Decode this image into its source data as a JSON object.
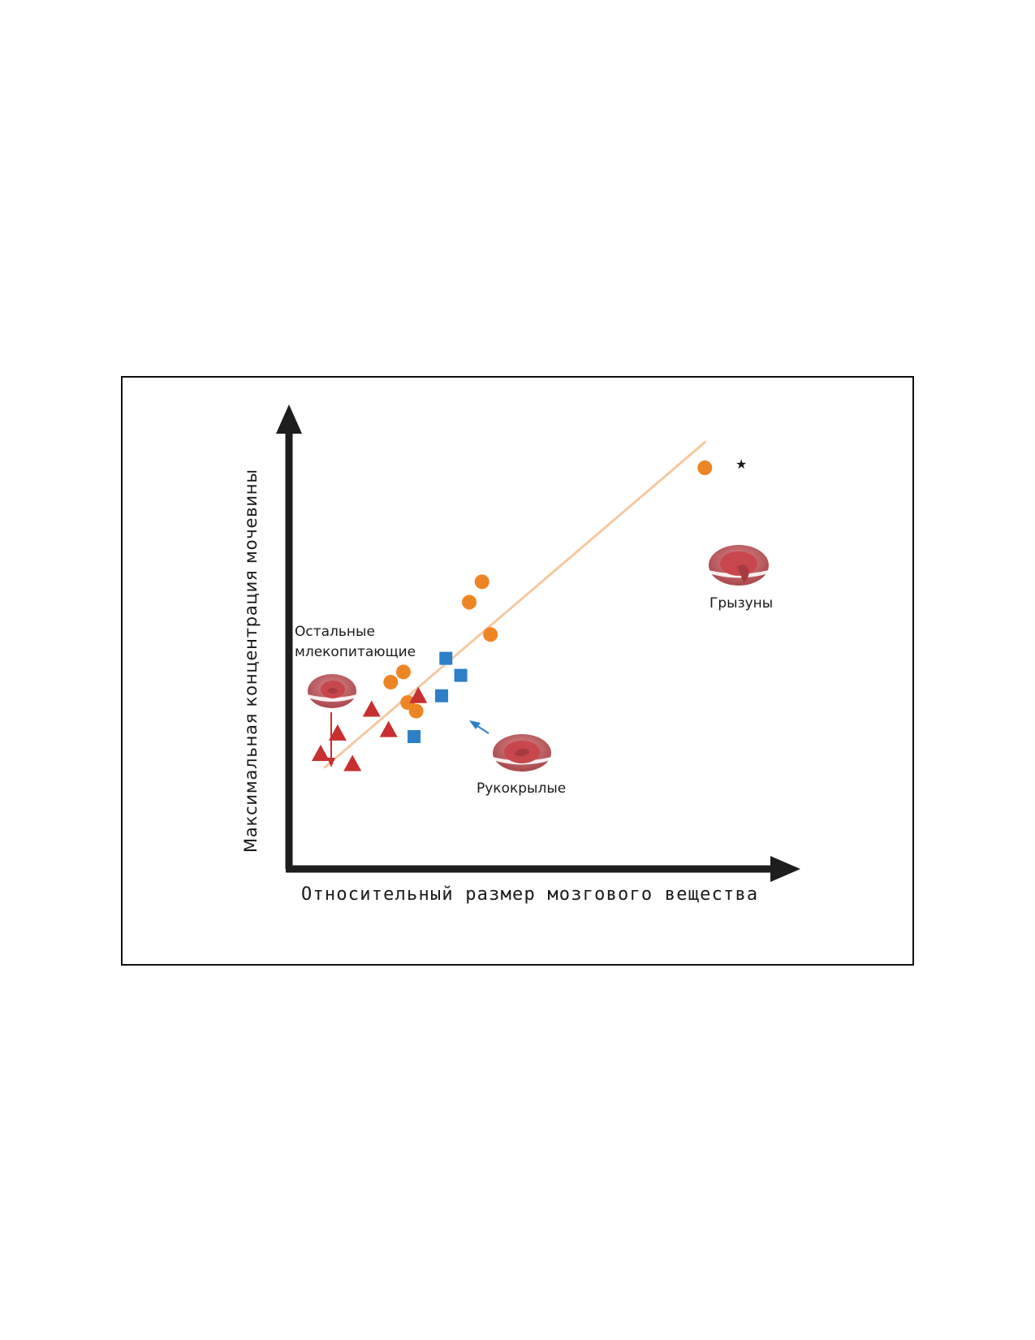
{
  "colors": {
    "rodents": "#EE8524",
    "bats": "#2D7FC7",
    "others": "#C7302F",
    "trend": "#F6C8A0",
    "axis": "#1d1d1d",
    "brain_outer": "#B9585C",
    "brain_inner": "#D4494F"
  },
  "chart_data": {
    "type": "scatter",
    "xlabel": "Относительный размер мозгового вещества",
    "ylabel": "Максимальная концентрация мочевины",
    "xlim": [
      0,
      100
    ],
    "ylim": [
      0,
      100
    ],
    "grid": false,
    "legend": "none",
    "series": [
      {
        "name": "Грызуны",
        "marker": "circle",
        "color": "#EE8524",
        "points": [
          {
            "x": 97.0,
            "y": 100.0
          },
          {
            "x": 44.5,
            "y": 66.5
          },
          {
            "x": 41.5,
            "y": 60.5
          },
          {
            "x": 46.5,
            "y": 51.0
          },
          {
            "x": 26.0,
            "y": 40.0
          },
          {
            "x": 23.0,
            "y": 37.0
          },
          {
            "x": 27.0,
            "y": 31.0
          },
          {
            "x": 29.0,
            "y": 28.5
          }
        ]
      },
      {
        "name": "Рукокрылые",
        "marker": "square",
        "color": "#2D7FC7",
        "points": [
          {
            "x": 36.0,
            "y": 44.0
          },
          {
            "x": 39.5,
            "y": 39.0
          },
          {
            "x": 35.0,
            "y": 33.0
          },
          {
            "x": 28.5,
            "y": 21.0
          }
        ]
      },
      {
        "name": "Остальные млекопитающие",
        "marker": "triangle",
        "color": "#C7302F",
        "points": [
          {
            "x": 29.5,
            "y": 33.0
          },
          {
            "x": 18.5,
            "y": 29.0
          },
          {
            "x": 22.5,
            "y": 23.0
          },
          {
            "x": 10.5,
            "y": 22.0
          },
          {
            "x": 6.5,
            "y": 16.0
          },
          {
            "x": 14.0,
            "y": 13.0
          }
        ]
      }
    ],
    "trendline": {
      "x": [
        7.5,
        97.0
      ],
      "y": [
        12.0,
        107.5
      ]
    },
    "annotations": {
      "others_label_line1": "Остальные",
      "others_label_line2": "млекопитающие",
      "bats_label": "Рукокрылые",
      "rodents_label": "Грызуны",
      "star": "★"
    }
  }
}
